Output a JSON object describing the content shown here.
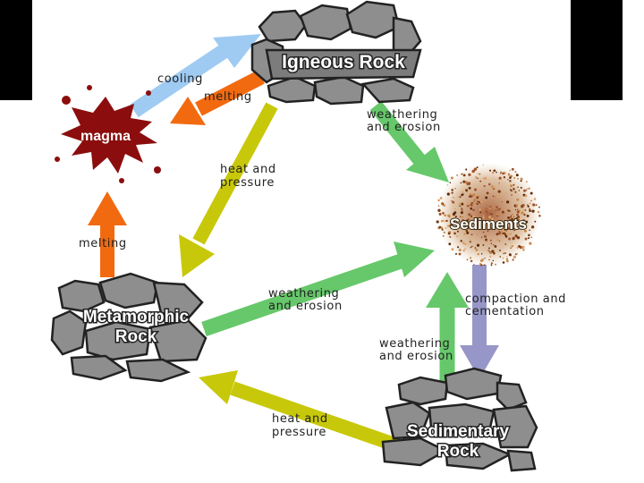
{
  "diagram": {
    "nodes": {
      "igneous": "Igneous Rock",
      "magma": "magma",
      "sediments": "Sediments",
      "metamorphic_line1": "Metamorphic",
      "metamorphic_line2": "Rock",
      "sedimentary_line1": "Sedimentary",
      "sedimentary_line2": "Rock"
    },
    "edges": {
      "cooling": "cooling",
      "melting_top": "melting",
      "melting_left": "melting",
      "heat_pressure_top_1": "heat and",
      "heat_pressure_top_2": "pressure",
      "weathering_top_1": "weathering",
      "weathering_top_2": "and erosion",
      "weathering_mid_1": "weathering",
      "weathering_mid_2": "and erosion",
      "weathering_low_1": "weathering",
      "weathering_low_2": "and erosion",
      "compaction_1": "compaction and",
      "compaction_2": "cementation",
      "heat_pressure_bottom_1": "heat and",
      "heat_pressure_bottom_2": "pressure"
    },
    "colors": {
      "cooling": "#9fcbf2",
      "melting": "#f26a0f",
      "heat_pressure": "#c8c80a",
      "weathering": "#66c86a",
      "compaction": "#9696c8",
      "rock": "#8e8e8e",
      "magma": "#8b0d0d"
    }
  }
}
